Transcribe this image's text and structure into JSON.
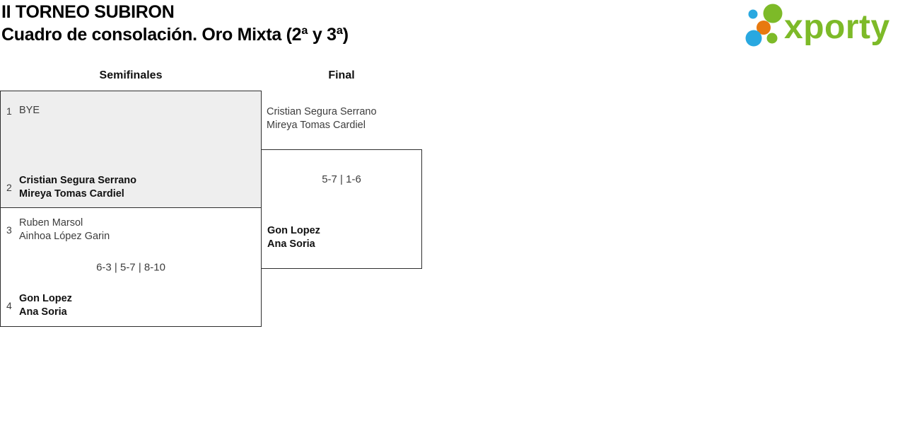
{
  "header": {
    "title": "II TORNEO SUBIRON",
    "subtitle": "Cuadro de consolación. Oro Mixta (2ª y 3ª)",
    "logo_text": "xporty"
  },
  "colors": {
    "logo_green": "#7dba28",
    "logo_blue": "#29a8e0",
    "logo_orange": "#e8790f",
    "box_gray": "#eeeeee",
    "border_dark": "#2e2e2e"
  },
  "bracket": {
    "rounds": [
      {
        "label": "Semifinales"
      },
      {
        "label": "Final"
      }
    ],
    "matches": {
      "sf1": {
        "p1": {
          "seed": "1",
          "lines": [
            "BYE"
          ]
        },
        "p2": {
          "seed": "2",
          "lines": [
            "Cristian Segura Serrano",
            "Mireya Tomas Cardiel"
          ],
          "winner": true
        },
        "score": ""
      },
      "sf2": {
        "p1": {
          "seed": "3",
          "lines": [
            "Ruben Marsol",
            "Ainhoa López Garin"
          ]
        },
        "p2": {
          "seed": "4",
          "lines": [
            "Gon Lopez",
            "Ana Soria"
          ],
          "winner": true
        },
        "score": "6-3 | 5-7 | 8-10"
      },
      "final": {
        "p1": {
          "lines": [
            "Cristian Segura Serrano",
            "Mireya Tomas Cardiel"
          ]
        },
        "p2": {
          "lines": [
            "Gon Lopez",
            "Ana Soria"
          ],
          "winner": true
        },
        "score": "5-7 | 1-6"
      }
    }
  }
}
